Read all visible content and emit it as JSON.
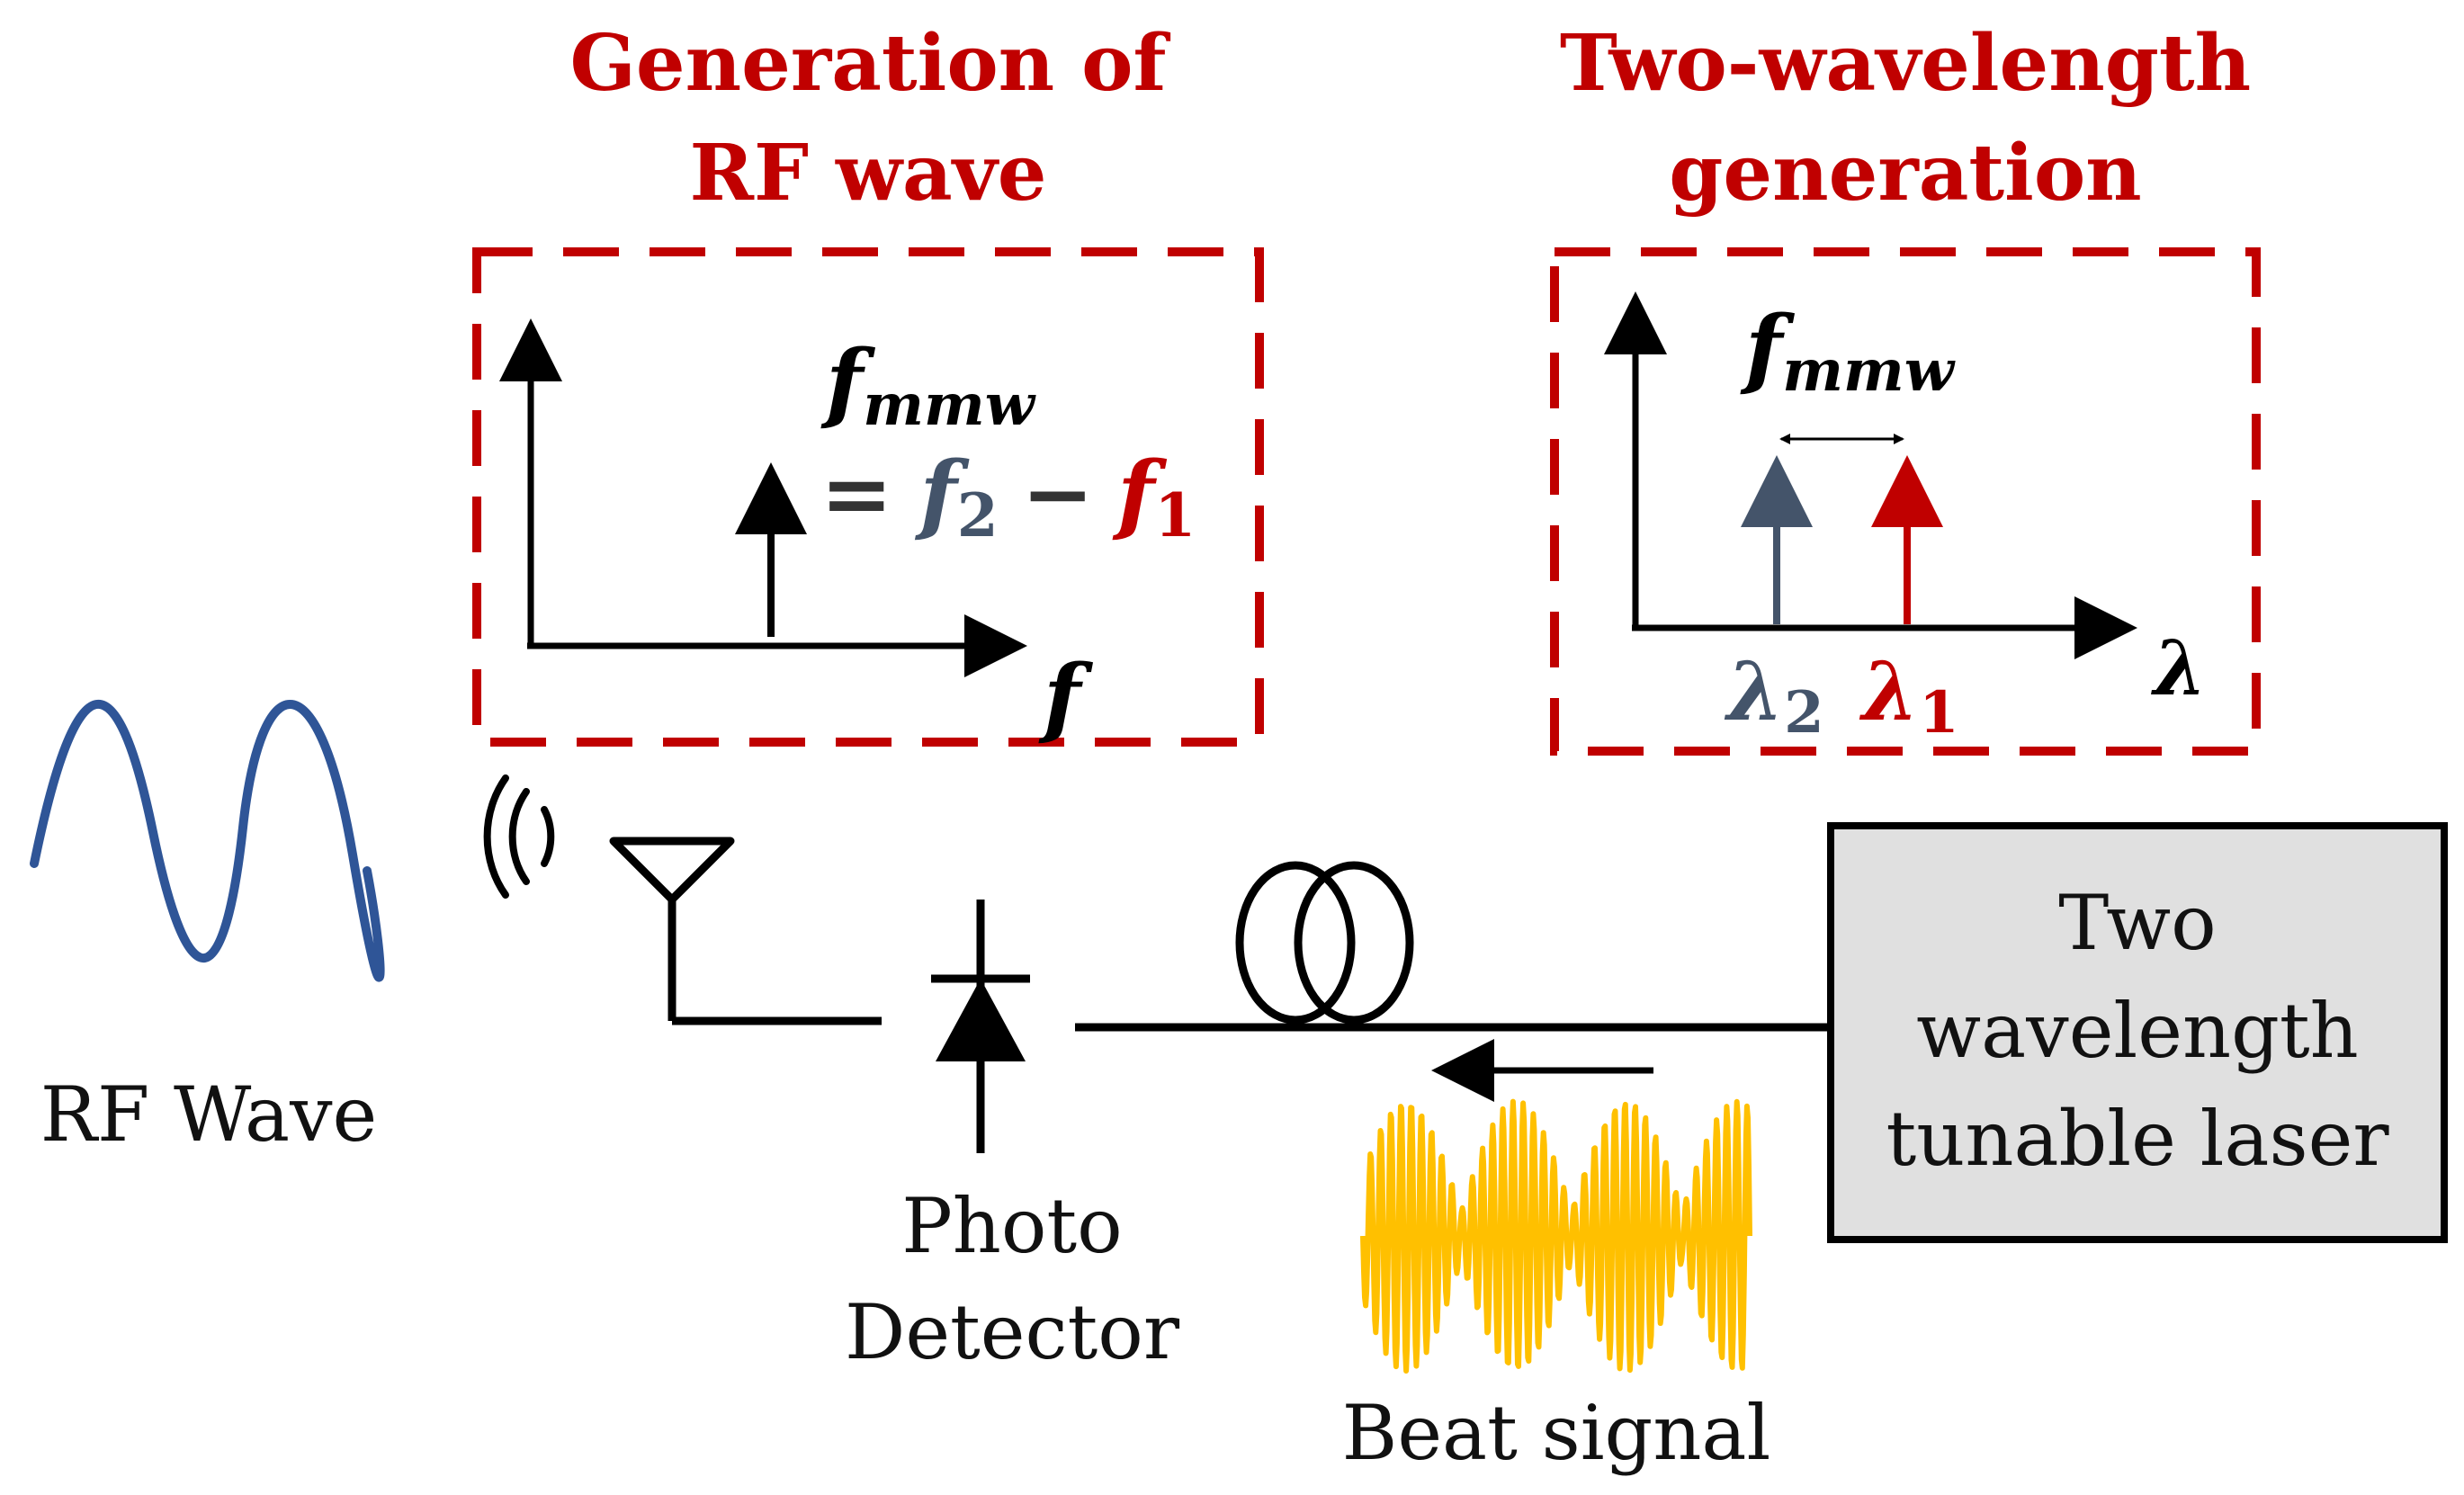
{
  "titles": {
    "rf_generation_line1": "Generation of",
    "rf_generation_line2": "RF wave",
    "two_wave_line1": "Two-wavelength",
    "two_wave_line2": "generation"
  },
  "rf_plot": {
    "freq_symbol": "f",
    "freq_subscript": "mmw",
    "equals": "=",
    "f2_symbol": "f",
    "f2_subscript": "2",
    "minus": "−",
    "f1_symbol": "f",
    "f1_subscript": "1",
    "x_axis_label": "f"
  },
  "wavelength_plot": {
    "freq_symbol": "f",
    "freq_subscript": "mmw",
    "lambda2_symbol": "λ",
    "lambda2_subscript": "2",
    "lambda1_symbol": "λ",
    "lambda1_subscript": "1",
    "x_axis_label": "λ"
  },
  "labels": {
    "rf_wave": "RF Wave",
    "photo_detector_line1": "Photo",
    "photo_detector_line2": "Detector",
    "beat_signal": "Beat signal",
    "laser_line1": "Two",
    "laser_line2": "wavelength",
    "laser_line3": "tunable laser"
  },
  "icons": [
    "antenna-icon",
    "photodiode-icon",
    "fiber-coil-icon",
    "signal-waves-icon"
  ],
  "colors": {
    "red": "#c00000",
    "blue_gray": "#44546a",
    "rf_wave_blue": "#2f5597",
    "beat_yellow": "#ffc000",
    "laser_box_fill": "#e0e0e0"
  }
}
